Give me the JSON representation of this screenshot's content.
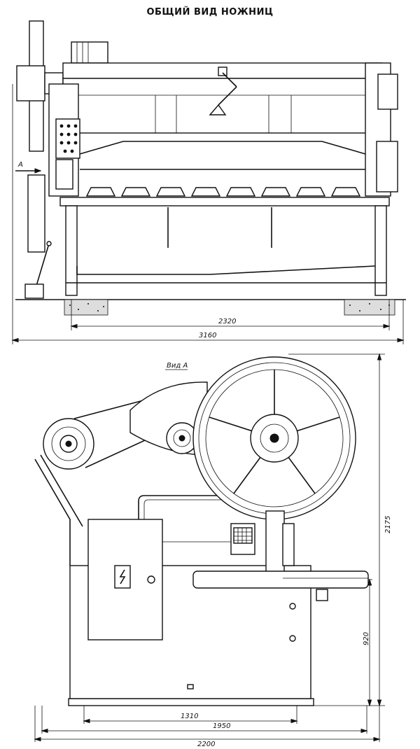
{
  "title": "ОБЩИЙ ВИД НОЖНИЦ",
  "front_view": {
    "section_marker": "А",
    "dimensions": {
      "inner_width": "2320",
      "overall_width": "3160"
    }
  },
  "side_view": {
    "view_label": "Вид А",
    "dimensions": {
      "height_total": "2175",
      "height_table": "920",
      "base_width": "1310",
      "frame_width": "1950",
      "overall_depth": "2200"
    }
  }
}
